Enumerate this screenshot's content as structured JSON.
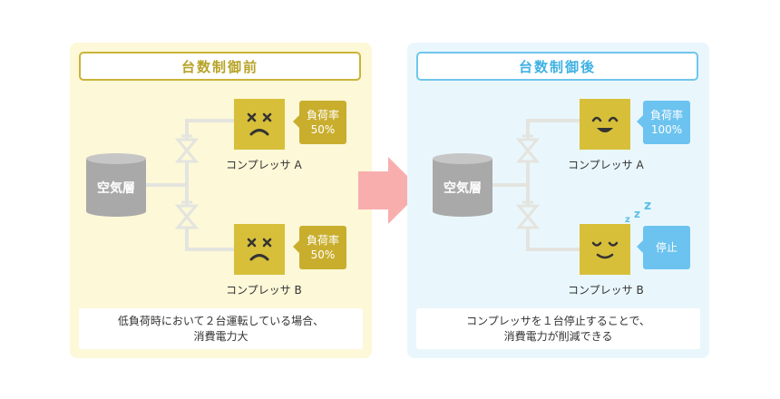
{
  "before": {
    "title": "台数制御前",
    "tank_label": "空気層",
    "compressor_a": {
      "label": "コンプレッサ A",
      "face": "sad-face-icon",
      "load_label": "負荷率",
      "load_value": "50%"
    },
    "compressor_b": {
      "label": "コンプレッサ B",
      "face": "sad-face-icon",
      "load_label": "負荷率",
      "load_value": "50%"
    },
    "description": [
      "低負荷時において２台運転している場合、",
      "消費電力大"
    ]
  },
  "after": {
    "title": "台数制御後",
    "tank_label": "空気層",
    "compressor_a": {
      "label": "コンプレッサ A",
      "face": "happy-face-icon",
      "load_label": "負荷率",
      "load_value": "100%"
    },
    "compressor_b": {
      "label": "コンプレッサ B",
      "face": "sleeping-face-icon",
      "status": "停止"
    },
    "description": [
      "コンプレッサを１台停止することで、",
      "消費電力が削減できる"
    ]
  },
  "colors": {
    "before_bg": "#fcf8d8",
    "after_bg": "#e9f7fc",
    "face": "#d7bf3a",
    "bubble_yellow": "#c9ae2e",
    "bubble_blue": "#6cc3ef",
    "arrow": "#f9aeae",
    "tank": "#a9a9a9",
    "pipe": "#e4e4df"
  },
  "icons": [
    "tank-icon",
    "valve-icon",
    "right-arrow-icon",
    "zzz-icon"
  ]
}
